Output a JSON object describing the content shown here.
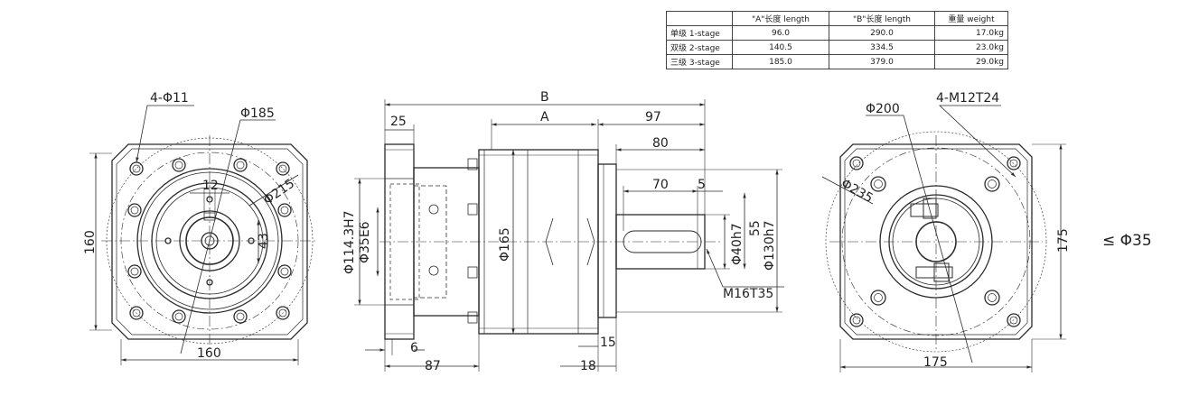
{
  "table": {
    "headers": [
      "",
      "\"A\"长度 length",
      "\"B\"长度  length",
      "重量 weight"
    ],
    "rows": [
      {
        "stage": "单级 1-stage",
        "a": "96.0",
        "b": "290.0",
        "weight": "17.0kg"
      },
      {
        "stage": "双级 2-stage",
        "a": "140.5",
        "b": "334.5",
        "weight": "23.0kg"
      },
      {
        "stage": "三级 3-stage",
        "a": "185.0",
        "b": "379.0",
        "weight": "29.0kg"
      }
    ]
  },
  "left_view": {
    "holes": "4-Φ11",
    "pcd": "Φ185",
    "outer_dia": "Φ215",
    "key_width": "12",
    "key_height": "43",
    "height": "160",
    "width": "160"
  },
  "side_view": {
    "total_length": "B",
    "body_length": "A",
    "shaft_total": "97",
    "flange_thk": "25",
    "shaft_80": "80",
    "shaft_70": "70",
    "shaft_5": "5",
    "spigot_dia": "Φ114.3H7",
    "input_bore": "Φ35E6",
    "body_dia": "Φ165",
    "shaft_dia": "Φ40h7",
    "shaft_55": "55",
    "pilot_dia": "Φ130h7",
    "center_thread": "M16T35",
    "dim_6": "6",
    "dim_87": "87",
    "dim_15": "15",
    "dim_18": "18"
  },
  "right_view": {
    "pcd": "Φ200",
    "threads": "4-M12T24",
    "outer_dia": "Φ235",
    "height": "175",
    "width": "175",
    "motor_shaft": "≤ Φ35"
  },
  "colors": {
    "line": "#2b2b2b",
    "thin": "#555555"
  }
}
